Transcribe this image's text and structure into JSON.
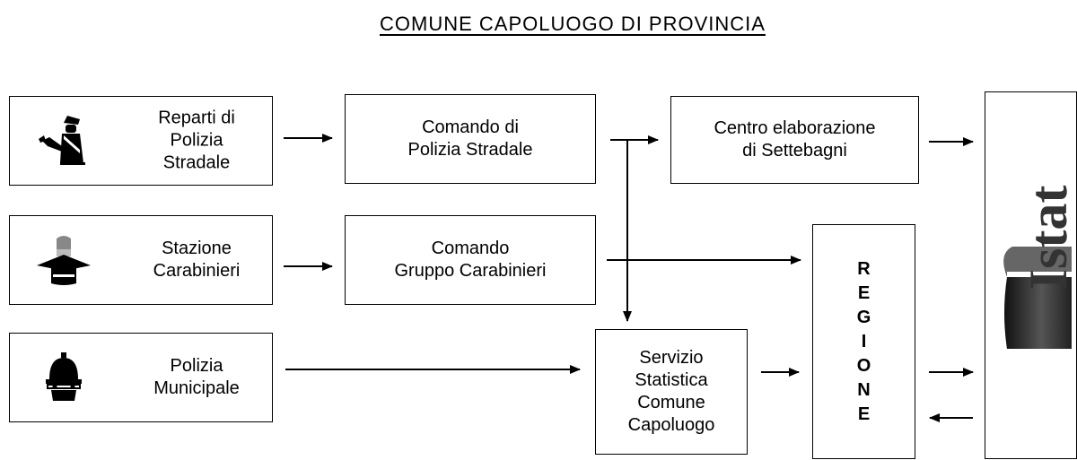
{
  "title": "COMUNE CAPOLUOGO DI PROVINCIA",
  "sources": {
    "polizia_stradale": "Reparti di\nPolizia\nStradale",
    "carabinieri": "Stazione\nCarabinieri",
    "polizia_municipale": "Polizia\nMunicipale"
  },
  "nodes": {
    "comando_polizia": "Comando di\nPolizia Stradale",
    "comando_carabinieri": "Comando\nGruppo Carabinieri",
    "centro": "Centro elaborazione\ndi Settebagni",
    "servizio": "Servizio\nStatistica\nComune\nCapoluogo"
  },
  "regione_letters": [
    "R",
    "E",
    "G",
    "I",
    "O",
    "N",
    "E"
  ],
  "istat_logo": "Istat",
  "icons": {
    "polizia_stradale": "traffic-police-officer-icon",
    "carabinieri": "carabiniere-icon",
    "polizia_municipale": "municipal-police-helmet-icon"
  }
}
